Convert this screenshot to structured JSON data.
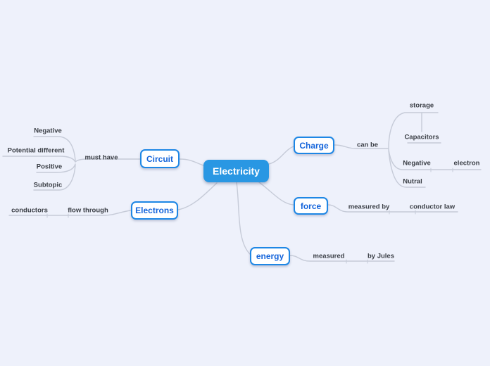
{
  "canvas": {
    "background": "#eef1fb"
  },
  "palette": {
    "center_fill": "#2997e3",
    "node_border": "#1e87e5",
    "node_text": "#1565db",
    "line": "#c6cbd8",
    "label_text": "#3a3e45"
  },
  "center": {
    "label": "Electricity"
  },
  "branches": {
    "circuit": {
      "node": "Circuit",
      "relation": "must have",
      "children": {
        "negative": "Negative",
        "potential_different": "Potential different",
        "positive": "Positive",
        "subtopic": "Subtopic"
      }
    },
    "electrons": {
      "node": "Electrons",
      "relation": "flow through",
      "children": {
        "conductors": "conductors"
      }
    },
    "charge": {
      "node": "Charge",
      "relation": "can be",
      "children": {
        "storage": "storage",
        "capacitors": "Capacitors",
        "negative": "Negative",
        "electron": "electron",
        "nutral": "Nutral"
      }
    },
    "force": {
      "node": "force",
      "relation": "measured by",
      "children": {
        "conductor_law": "conductor law"
      }
    },
    "energy": {
      "node": "energy",
      "relation": "measured",
      "children": {
        "by_jules": "by Jules"
      }
    }
  }
}
